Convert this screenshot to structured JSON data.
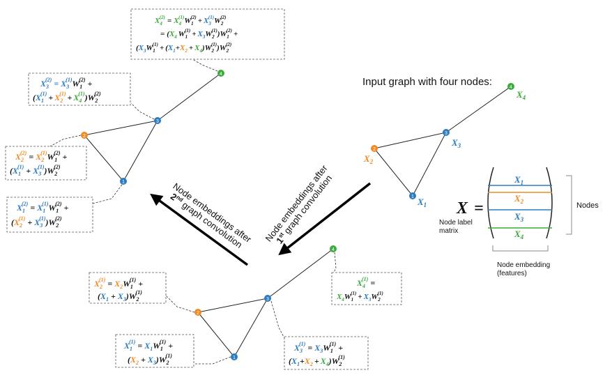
{
  "colors": {
    "node1": "#2a7bc0",
    "node2": "#f08a24",
    "node3": "#2a7bc0",
    "node4": "#3caa3c",
    "x1": "#2a7bc0",
    "x2": "#f08a24",
    "x3": "#2a7bc0",
    "x4": "#3caa3c",
    "text": "#111111",
    "box_border": "#555555",
    "arrow": "#000000"
  },
  "input_graph": {
    "title": "Input graph with four nodes:",
    "node_ids": [
      "1",
      "2",
      "3",
      "4"
    ],
    "node_labels": [
      "X",
      "X",
      "X",
      "X"
    ],
    "node_subs": [
      "1",
      "2",
      "3",
      "4"
    ]
  },
  "matrix": {
    "symbol": "X",
    "equals": "=",
    "row_letter": "X",
    "row_subs": [
      "1",
      "2",
      "3",
      "4"
    ],
    "caption_line1": "Node label",
    "caption_line2": "matrix",
    "nodes_label": "Nodes",
    "embedding_label_line1": "Node embedding",
    "embedding_label_line2": "(features)"
  },
  "arrows": {
    "first_line1": "Node embeddings after",
    "first_ord": "1",
    "first_sup": "st",
    "first_rest": " graph convolution",
    "second_line1": "Node embeddings after",
    "second_ord": "2",
    "second_sup": "nd",
    "second_rest": " graph convolution"
  },
  "graph_layer1": {
    "node_ids": [
      "1",
      "2",
      "3",
      "4"
    ]
  },
  "graph_layer2": {
    "node_ids": [
      "1",
      "2",
      "3",
      "4"
    ]
  },
  "equations": {
    "l1_n1": {
      "lhs": "X",
      "sub": "1",
      "sup": "(1)",
      "rhs_a": "X",
      "rhs_a_sub": "1",
      "w": "W",
      "w1_sub": "1",
      "w1_sup": "(1)",
      "plus": "+",
      "w2_sub": "2",
      "w2_sup": "(1)",
      "open": "(",
      "close": ")",
      "eq": "=",
      "t_x2": "X",
      "t_x2_sub": "2",
      "t_x3": "X",
      "t_x3_sub": "3"
    },
    "l1_n2": {
      "lhs": "X",
      "sub": "2",
      "sup": "(1)",
      "eq": "=",
      "rhs_a": "X",
      "rhs_a_sub": "2",
      "w": "W",
      "w1_sub": "1",
      "w1_sup": "(1)",
      "plus": "+",
      "open": "(",
      "t_x1": "X",
      "t_x1_sub": "1",
      "t_x3": "X",
      "t_x3_sub": "3",
      "close": ")",
      "w2_sub": "2",
      "w2_sup": "(1)"
    },
    "l1_n3": {
      "lhs": "X",
      "sub": "3",
      "sup": "(1)",
      "eq": "=",
      "rhs_a": "X",
      "rhs_a_sub": "3",
      "w": "W",
      "w1_sub": "1",
      "w1_sup": "(1)",
      "plus": "+",
      "open": "(",
      "t_x1": "X",
      "t_x1_sub": "1",
      "t_x2": "X",
      "t_x2_sub": "2",
      "t_x4": "X",
      "t_x4_sub": "4",
      "close": ")",
      "w2_sub": "2",
      "w2_sup": "(1)"
    },
    "l1_n4": {
      "lhs": "X",
      "sub": "4",
      "sup": "(1)",
      "eq": "=",
      "rhs_a": "X",
      "rhs_a_sub": "4",
      "w": "W",
      "w1_sub": "1",
      "w1_sup": "(1)",
      "plus": "+",
      "rhs_b": "X",
      "rhs_b_sub": "3",
      "w2_sub": "2",
      "w2_sup": "(1)"
    },
    "l2_n1": {
      "lhs": "X",
      "sub": "1",
      "sup": "(2)",
      "eq": "=",
      "rhs_a": "X",
      "rhs_a_sub": "1",
      "rhs_a_sup": "(1)",
      "w": "W",
      "w1_sub": "1",
      "w1_sup": "(2)",
      "plus": "+",
      "open": "(",
      "t_x2": "X",
      "t_x2_sub": "2",
      "t_x2_sup": "(1)",
      "t_x3": "X",
      "t_x3_sub": "3",
      "t_x3_sup": "(1)",
      "close": ")",
      "w2_sub": "2",
      "w2_sup": "(2)"
    },
    "l2_n2": {
      "lhs": "X",
      "sub": "2",
      "sup": "(2)",
      "eq": "=",
      "rhs_a": "X",
      "rhs_a_sub": "2",
      "rhs_a_sup": "(1)",
      "w": "W",
      "w1_sub": "1",
      "w1_sup": "(2)",
      "plus": "+",
      "open": "(",
      "t_x1": "X",
      "t_x1_sub": "1",
      "t_x1_sup": "(1)",
      "t_x3": "X",
      "t_x3_sub": "3",
      "t_x3_sup": "(1)",
      "close": ")",
      "w2_sub": "2",
      "w2_sup": "(2)"
    },
    "l2_n3": {
      "lhs": "X",
      "sub": "3",
      "sup": "(2)",
      "eq": "=",
      "rhs_a": "X",
      "rhs_a_sub": "3",
      "rhs_a_sup": "(1)",
      "w": "W",
      "w1_sub": "1",
      "w1_sup": "(2)",
      "plus": "+",
      "open": "(",
      "t_x1": "X",
      "t_x1_sub": "1",
      "t_x1_sup": "(1)",
      "t_x2": "X",
      "t_x2_sub": "2",
      "t_x2_sup": "(1)",
      "t_x4": "X",
      "t_x4_sub": "4",
      "t_x4_sup": "(1)",
      "close": ")",
      "w2_sub": "2",
      "w2_sup": "(2)"
    },
    "l2_n4": {
      "lhs": "X",
      "sub": "4",
      "sup": "(2)",
      "eq": "=",
      "plus": "+",
      "open": "(",
      "close": ")",
      "w": "W",
      "x4": "X",
      "x4_sub": "4",
      "x4_sup": "(1)",
      "x3": "X",
      "x3_sub": "3",
      "x3_sup": "(1)",
      "w1_sub": "1",
      "w1_sup": "(2)",
      "w2_sub": "2",
      "w2_sup": "(2)",
      "l2_x4": "X",
      "l2_x4_sub": "4",
      "l1sub": "1",
      "l1sup": "(1)",
      "l2_x3": "X",
      "l2_x3_sub": "3",
      "l2w2sub": "2",
      "l2w2sup": "(1)",
      "l3_x3": "X",
      "l3_x3_sub": "3",
      "l3_x1": "X",
      "l3_x1_sub": "1",
      "l3_x2": "X",
      "l3_x2_sub": "2",
      "l3_x4": "X",
      "l3_x4_sub": "4"
    }
  }
}
